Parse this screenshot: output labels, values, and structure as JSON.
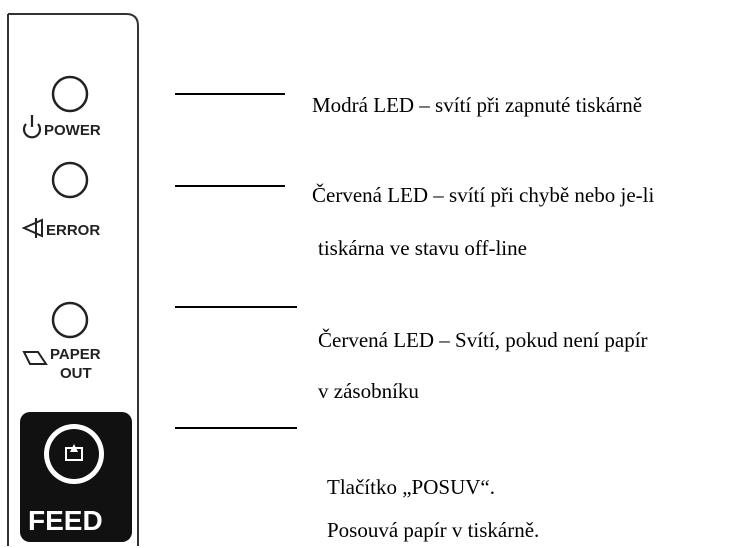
{
  "panel": {
    "power_label": "POWER",
    "error_label": "ERROR",
    "paper_label_1": "PAPER",
    "paper_label_2": "OUT",
    "feed_label": "FEED"
  },
  "annotations": {
    "power": "Modrá  LED – svítí při zapnuté tiskárně",
    "error_line1": "Červená LED – svítí při chybě nebo je-li",
    "error_line2": "tiskárna ve stavu off-line",
    "paper_line1": "Červená LED – Svítí, pokud není papír",
    "paper_line2": "v zásobníku",
    "feed_line1": "Tlačítko „POSUV“.",
    "feed_line2": "Posouvá papír v tiskárně."
  },
  "colors": {
    "panel_outline": "#333333",
    "feed_button": "#111111",
    "text": "#000000"
  },
  "icons": [
    "power-icon",
    "error-icon",
    "paper-out-icon",
    "feed-icon"
  ]
}
